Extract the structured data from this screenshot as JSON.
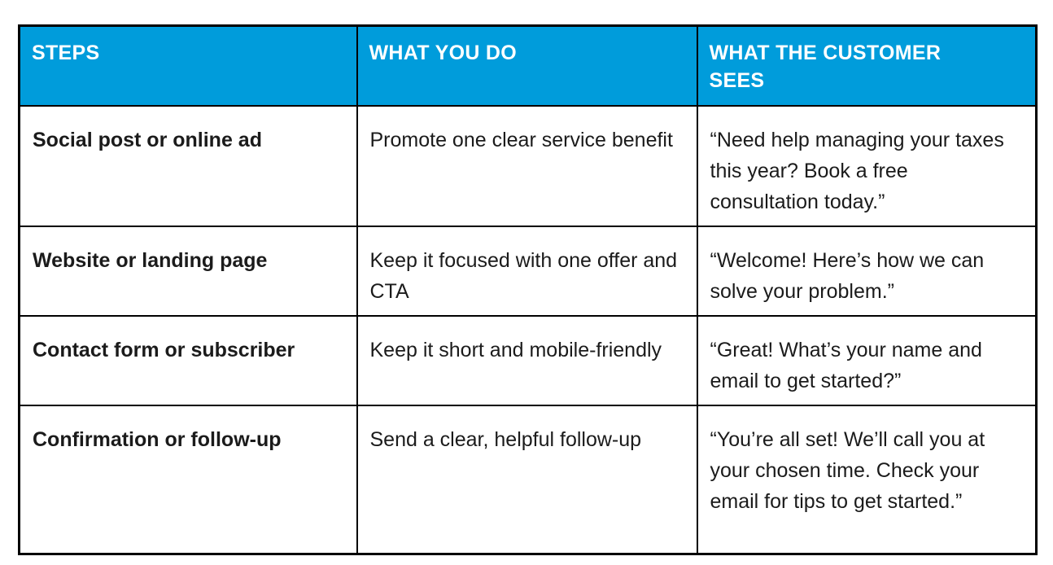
{
  "table": {
    "accent_color": "#009CDB",
    "border_color": "#000000",
    "columns": {
      "steps": "STEPS",
      "what_you_do": "WHAT YOU DO",
      "what_customer_sees": "WHAT THE CUSTOMER SEES"
    },
    "rows": [
      {
        "step": "Social post or online ad",
        "what_you_do": "Promote one clear service benefit",
        "what_customer_sees": "“Need help managing your taxes this year? Book a free consultation today.”"
      },
      {
        "step": "Website or landing page",
        "what_you_do": "Keep it focused with one offer and CTA",
        "what_customer_sees": "“Welcome! Here’s how we can solve your problem.”"
      },
      {
        "step": "Contact form or subscriber",
        "what_you_do": "Keep it short and mobile-friendly",
        "what_customer_sees": "“Great! What’s your name and email to get started?”"
      },
      {
        "step": "Confirmation or follow-up",
        "what_you_do": "Send a clear, helpful follow-up",
        "what_customer_sees": "“You’re all set! We’ll call you at your chosen time. Check your email for tips to get started.”"
      }
    ]
  }
}
